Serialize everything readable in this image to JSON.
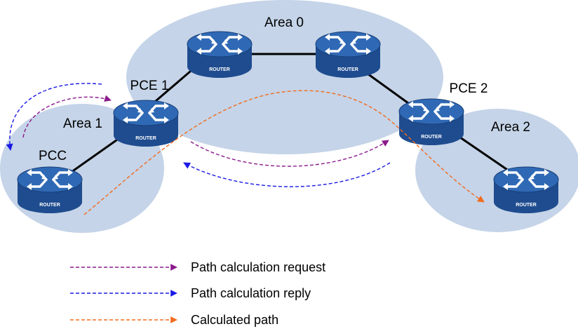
{
  "areas": [
    {
      "id": "area0",
      "label": "Area 0"
    },
    {
      "id": "area1",
      "label": "Area 1"
    },
    {
      "id": "area2",
      "label": "Area 2"
    }
  ],
  "nodes": {
    "pcc": {
      "label": "PCC",
      "router_text": "ROUTER"
    },
    "pce1": {
      "label": "PCE 1",
      "router_text": "ROUTER"
    },
    "core_left": {
      "router_text": "ROUTER"
    },
    "core_right": {
      "router_text": "ROUTER"
    },
    "pce2": {
      "label": "PCE 2",
      "router_text": "ROUTER"
    },
    "dest": {
      "router_text": "ROUTER"
    }
  },
  "legend": [
    {
      "label": "Path calculation request",
      "color": "#8b1a8b"
    },
    {
      "label": "Path calculation reply",
      "color": "#1a1ae6"
    },
    {
      "label": "Calculated path",
      "color": "#f26b1d"
    }
  ],
  "colors": {
    "area_fill": "#c5d4e8",
    "router_body": "#1f4c8f",
    "router_top": "#2f69b5",
    "link": "#000000"
  }
}
